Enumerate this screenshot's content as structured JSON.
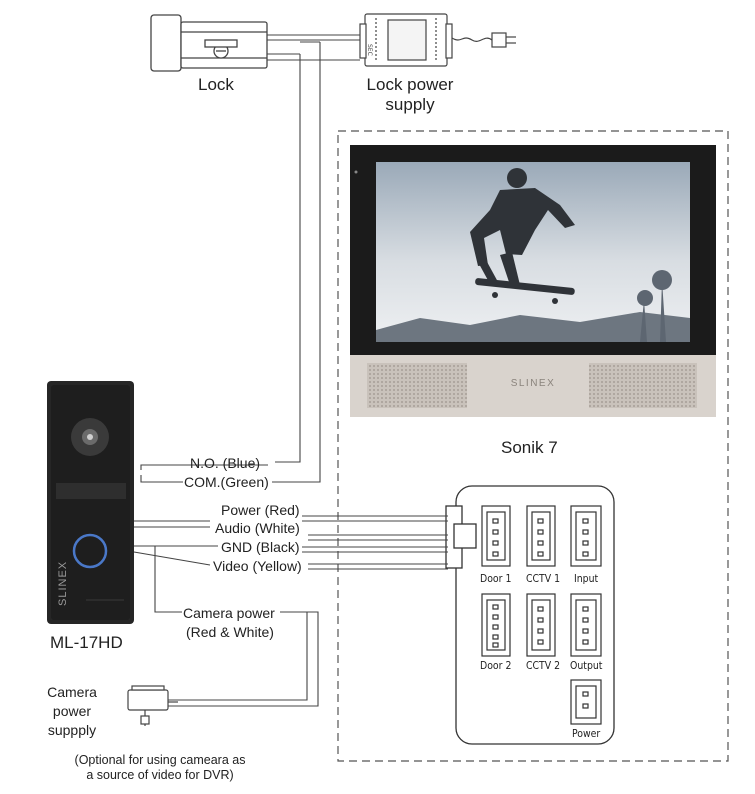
{
  "lock": {
    "label": "Lock"
  },
  "lock_power_supply": {
    "label_line1": "Lock power",
    "label_line2": "supply",
    "module_marking": "SEC"
  },
  "monitor": {
    "name": "Sonik 7",
    "brand": "SLINEX"
  },
  "doorbell": {
    "name": "ML-17HD",
    "brand": "SLINEX"
  },
  "wires": {
    "no": "N.O. (Blue)",
    "com": "COM.(Green)",
    "power": "Power (Red)",
    "audio": "Audio (White)",
    "gnd": "GND (Black)",
    "video": "Video (Yellow)",
    "camera_power_line1": "Camera power",
    "camera_power_line2": "(Red & White)"
  },
  "connectors": {
    "door1": "Door 1",
    "cctv1": "CCTV 1",
    "input": "Input",
    "door2": "Door 2",
    "cctv2": "CCTV 2",
    "output": "Output",
    "power": "Power"
  },
  "camera_power_supply": {
    "line1": "Camera",
    "line2": "power",
    "line3": "suppply"
  },
  "note": {
    "line1": "(Optional for using cameara as",
    "line2": "a source of video for DVR)"
  },
  "colors": {
    "line": "#444444",
    "monitor_bezel": "#1b1b1b",
    "monitor_base": "#d9d3cd",
    "panel_dark": "#262626"
  }
}
